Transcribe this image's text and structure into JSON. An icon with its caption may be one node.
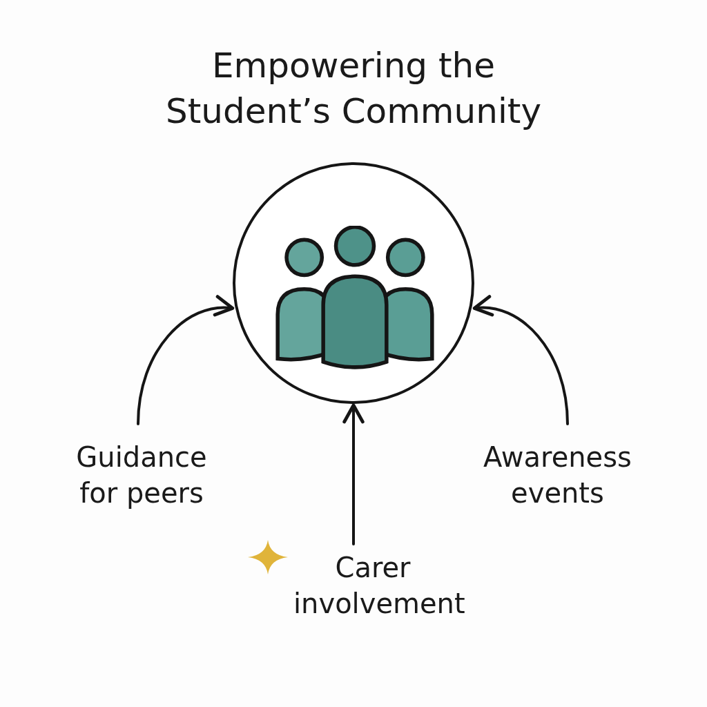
{
  "diagram": {
    "title": "Empowering the Student’s Community",
    "nodes": [
      {
        "text": [],
        "shape": "circle"
      },
      {
        "text": [
          "Guidance for peers"
        ]
      },
      {
        "text": [
          "Awareness events"
        ]
      },
      {
        "text": [
          "Carer involvement"
        ]
      }
    ],
    "edges": [
      {
        "from": 1,
        "to": 0,
        "arrow": "to"
      },
      {
        "from": 2,
        "to": 0,
        "arrow": "to"
      },
      {
        "from": 3,
        "to": 0,
        "arrow": "to"
      }
    ]
  }
}
